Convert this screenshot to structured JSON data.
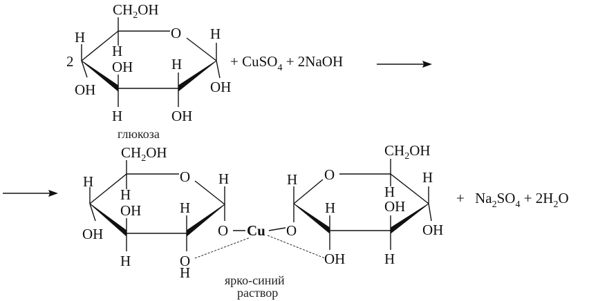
{
  "reaction": {
    "coefficient": "2",
    "reagents": [
      "+ CuSO",
      "4",
      " + 2NaOH"
    ],
    "glucose_label": "глюкоза",
    "products_right": [
      "+ ",
      "Na",
      "2",
      "SO",
      "4",
      " + 2H",
      "2",
      "O"
    ],
    "complex_metal": "Cu",
    "complex_caption_line1": "ярко-синий",
    "complex_caption_line2": "раствор"
  },
  "atoms": {
    "ch2oh_main": "CH",
    "ch2oh_sub": "2",
    "ch2oh_tail": "OH",
    "O": "O",
    "H": "H",
    "OH": "OH"
  }
}
